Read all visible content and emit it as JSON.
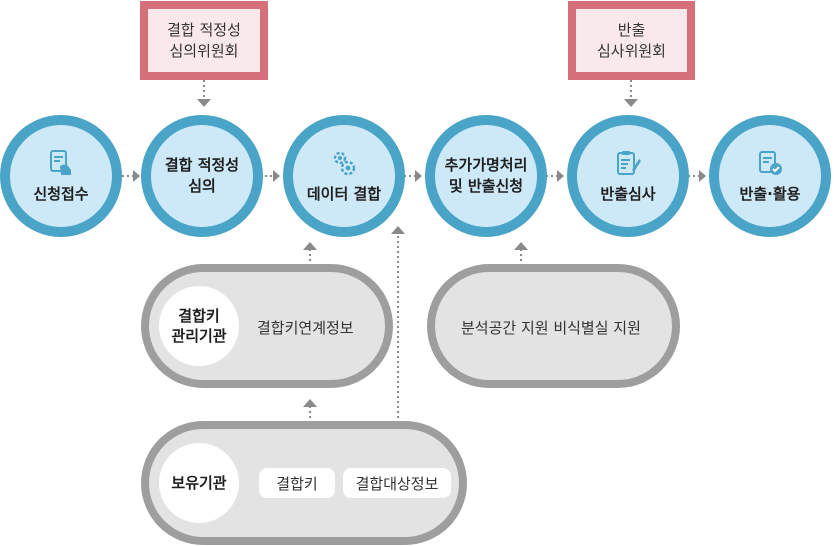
{
  "committees": [
    {
      "label": "결합 적정성\n심의위원회"
    },
    {
      "label": "반출\n심사위원회"
    }
  ],
  "steps": [
    {
      "label": "신청접수",
      "icon": "document-hand-icon"
    },
    {
      "label": "결합 적정성\n심의",
      "icon": null
    },
    {
      "label": "데이터 결합",
      "icon": "gears-icon"
    },
    {
      "label": "추가가명처리\n및 반출신청",
      "icon": null
    },
    {
      "label": "반출심사",
      "icon": "clipboard-pen-icon"
    },
    {
      "label": "반출·활용",
      "icon": "document-check-icon"
    }
  ],
  "key_agency": {
    "badge": "결합키\n관리기관",
    "text": "결합키연계정보"
  },
  "analysis": {
    "text": "분석공간 지원 비식별실 지원"
  },
  "holding_agency": {
    "badge": "보유기관",
    "tags": [
      "결합키",
      "결합대상정보"
    ]
  },
  "colors": {
    "circle_ring": "#4aa4c8",
    "circle_fill": "#cde9f7",
    "committee_border": "#d3707a",
    "committee_fill": "#fae9ea",
    "pill_border": "#9e9e9e",
    "pill_fill": "#e3e3e3"
  }
}
